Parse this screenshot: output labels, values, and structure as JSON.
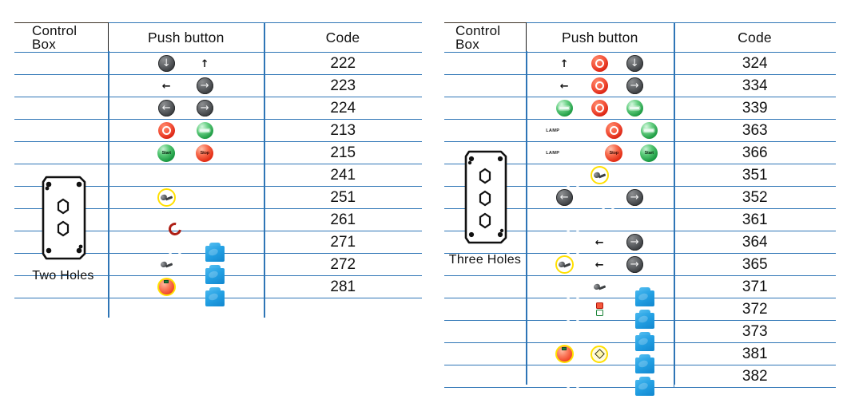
{
  "tables": [
    {
      "id": "two-holes",
      "headers": {
        "control_box_line1": "Control",
        "control_box_line2": "Box",
        "push_button": "Push button",
        "code": "Code"
      },
      "enclosure": {
        "label": "Two Holes",
        "holes": 2
      },
      "rows": [
        {
          "code": "222",
          "buttons": [
            {
              "type": "dark-arrow",
              "glyph": "↓",
              "name": "down-arrow-button"
            },
            {
              "type": "bare-arrow",
              "glyph": "↑",
              "name": "up-arrow-bare"
            }
          ]
        },
        {
          "code": "223",
          "buttons": [
            {
              "type": "bare-arrow",
              "glyph": "←",
              "name": "left-arrow-bare"
            },
            {
              "type": "dark-arrow",
              "glyph": "→",
              "name": "right-arrow-button"
            }
          ]
        },
        {
          "code": "224",
          "buttons": [
            {
              "type": "dark-arrow",
              "glyph": "←",
              "name": "left-arrow-button"
            },
            {
              "type": "dark-arrow",
              "glyph": "→",
              "name": "right-arrow-button"
            }
          ]
        },
        {
          "code": "213",
          "buttons": [
            {
              "type": "estop",
              "name": "emergency-stop-red"
            },
            {
              "type": "green-bar",
              "name": "green-bar-button"
            }
          ]
        },
        {
          "code": "215",
          "buttons": [
            {
              "type": "cap-start",
              "label": "Start",
              "name": "start-button"
            },
            {
              "type": "cap-stop",
              "label": "Stop",
              "name": "stop-button"
            }
          ]
        },
        {
          "code": "241",
          "buttons": [
            {
              "type": "lamp-green",
              "name": "green-lamp"
            },
            {
              "type": "lamp-red",
              "name": "red-lamp"
            }
          ]
        },
        {
          "code": "251",
          "buttons": [
            {
              "type": "key-switch",
              "name": "key-switch"
            },
            {
              "type": "lamp-green",
              "name": "green-lamp"
            }
          ]
        },
        {
          "code": "261",
          "buttons": [
            {
              "type": "twist-deep",
              "name": "twist-release-mushroom"
            },
            {
              "type": "lamp-green",
              "name": "green-lamp"
            }
          ]
        },
        {
          "code": "271",
          "buttons": [
            {
              "type": "twist",
              "name": "twist-release-mushroom"
            },
            {
              "type": "blue-rect",
              "name": "blue-enclosure-button"
            }
          ]
        },
        {
          "code": "272",
          "buttons": [
            {
              "type": "key-bare",
              "name": "key-switch-plain"
            },
            {
              "type": "blue-rect",
              "name": "blue-enclosure-button"
            }
          ]
        },
        {
          "code": "281",
          "buttons": [
            {
              "type": "selector-red",
              "name": "red-selector-switch"
            },
            {
              "type": "blue-rect",
              "name": "blue-enclosure-button"
            }
          ]
        }
      ]
    },
    {
      "id": "three-holes",
      "headers": {
        "control_box_line1": "Control",
        "control_box_line2": "Box",
        "push_button": "Push button",
        "code": "Code"
      },
      "enclosure": {
        "label": "Three Holes",
        "holes": 3
      },
      "lamp_label": "LAMP",
      "rows": [
        {
          "code": "324",
          "buttons": [
            {
              "type": "bare-arrow",
              "glyph": "↑",
              "name": "up-arrow-bare"
            },
            {
              "type": "estop",
              "name": "emergency-stop-red"
            },
            {
              "type": "dark-arrow",
              "glyph": "↓",
              "name": "down-arrow-button"
            }
          ]
        },
        {
          "code": "334",
          "buttons": [
            {
              "type": "bare-arrow",
              "glyph": "←",
              "name": "left-arrow-bare"
            },
            {
              "type": "estop",
              "name": "emergency-stop-red"
            },
            {
              "type": "dark-arrow",
              "glyph": "→",
              "name": "right-arrow-button"
            }
          ]
        },
        {
          "code": "339",
          "buttons": [
            {
              "type": "green-bar",
              "name": "green-bar-button"
            },
            {
              "type": "estop",
              "name": "emergency-stop-red"
            },
            {
              "type": "green-bar",
              "name": "green-bar-button"
            }
          ]
        },
        {
          "code": "363",
          "lamp": true,
          "buttons": [
            {
              "type": "lamp-red",
              "name": "red-pilot-lamp"
            },
            {
              "type": "estop",
              "name": "emergency-stop-red"
            },
            {
              "type": "green-bar",
              "name": "green-bar-button"
            }
          ]
        },
        {
          "code": "366",
          "lamp": true,
          "buttons": [
            {
              "type": "lamp-red",
              "name": "red-pilot-lamp"
            },
            {
              "type": "cap-stop",
              "label": "Stop",
              "name": "stop-button"
            },
            {
              "type": "cap-start",
              "label": "Start",
              "name": "start-button"
            }
          ]
        },
        {
          "code": "351",
          "buttons": [
            {
              "type": "twist",
              "name": "twist-release-mushroom"
            },
            {
              "type": "key-switch",
              "name": "key-switch"
            },
            {
              "type": "lamp-green-hi",
              "name": "green-lamp"
            }
          ]
        },
        {
          "code": "352",
          "buttons": [
            {
              "type": "dark-arrow",
              "glyph": "←",
              "name": "left-arrow-button"
            },
            {
              "type": "twist",
              "name": "twist-release-mushroom"
            },
            {
              "type": "dark-arrow",
              "glyph": "→",
              "name": "right-arrow-button"
            }
          ]
        },
        {
          "code": "361",
          "buttons": [
            {
              "type": "twist",
              "name": "twist-release-mushroom"
            },
            {
              "type": "lamp-red",
              "name": "red-lamp"
            },
            {
              "type": "lamp-green",
              "name": "green-lamp"
            }
          ]
        },
        {
          "code": "364",
          "buttons": [
            {
              "type": "twist",
              "name": "twist-release-mushroom"
            },
            {
              "type": "bare-arrow",
              "glyph": "←",
              "name": "left-arrow-bare"
            },
            {
              "type": "dark-arrow",
              "glyph": "→",
              "name": "right-arrow-button"
            }
          ]
        },
        {
          "code": "365",
          "buttons": [
            {
              "type": "key-switch",
              "name": "key-switch"
            },
            {
              "type": "bare-arrow",
              "glyph": "←",
              "name": "left-arrow-bare"
            },
            {
              "type": "dark-arrow",
              "glyph": "→",
              "name": "right-arrow-button"
            }
          ]
        },
        {
          "code": "371",
          "buttons": [
            {
              "type": "twist",
              "name": "twist-release-mushroom"
            },
            {
              "type": "key-bare",
              "name": "key-switch-plain"
            },
            {
              "type": "blue-rect",
              "name": "blue-enclosure-button"
            }
          ]
        },
        {
          "code": "372",
          "buttons": [
            {
              "type": "twist",
              "name": "twist-release-mushroom"
            },
            {
              "type": "double-push",
              "name": "double-pushbutton"
            },
            {
              "type": "blue-rect",
              "name": "blue-enclosure-button"
            }
          ]
        },
        {
          "code": "373",
          "buttons": [
            {
              "type": "lamp-dark",
              "name": "dark-button"
            },
            {
              "type": "lamp-dark",
              "name": "dark-button"
            },
            {
              "type": "blue-rect",
              "name": "blue-enclosure-button"
            }
          ]
        },
        {
          "code": "381",
          "buttons": [
            {
              "type": "selector-red",
              "name": "red-selector-switch"
            },
            {
              "type": "selector-diamond",
              "name": "yellow-selector-switch"
            },
            {
              "type": "blue-rect",
              "name": "blue-enclosure-button"
            }
          ]
        },
        {
          "code": "382",
          "buttons": [
            {
              "type": "twist",
              "name": "twist-release-mushroom"
            },
            {
              "type": "lamp-green-hi",
              "name": "green-lamp"
            },
            {
              "type": "blue-rect",
              "name": "blue-enclosure-button"
            }
          ]
        }
      ]
    }
  ],
  "colors": {
    "rule": "#2e75b6",
    "red": "#ef4326",
    "green": "#1a9c40",
    "blue": "#23a0e3",
    "yellow": "#ffe000",
    "dark": "#3a3d40"
  }
}
